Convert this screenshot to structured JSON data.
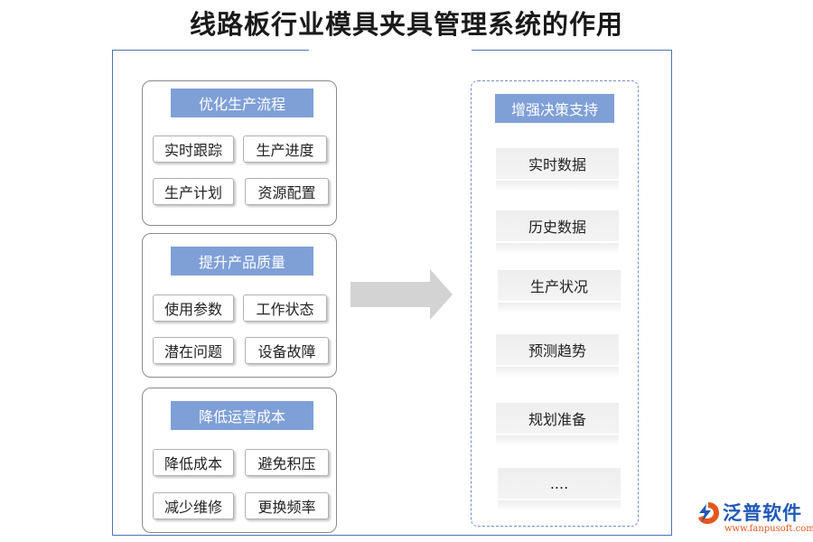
{
  "title": "线路板行业模具夹具管理系统的作用",
  "left_groups": [
    {
      "heading": "优化生产流程",
      "items": [
        "实时跟踪",
        "生产进度",
        "生产计划",
        "资源配置"
      ]
    },
    {
      "heading": "提升产品质量",
      "items": [
        "使用参数",
        "工作状态",
        "潜在问题",
        "设备故障"
      ]
    },
    {
      "heading": "降低运营成本",
      "items": [
        "降低成本",
        "避免积压",
        "减少维修",
        "更换频率"
      ]
    }
  ],
  "right_panel": {
    "heading": "增强决策支持",
    "items": [
      "实时数据",
      "历史数据",
      "生产状况",
      "预测趋势",
      "规划准备",
      "...."
    ]
  },
  "logo": {
    "name": "泛普软件",
    "url": "www.fanpusoft.com"
  },
  "colors": {
    "heading_fill": "#7f9fd7",
    "frame": "#4a74b8",
    "logo_blue": "#1f58b8",
    "logo_orange": "#e4561d"
  }
}
